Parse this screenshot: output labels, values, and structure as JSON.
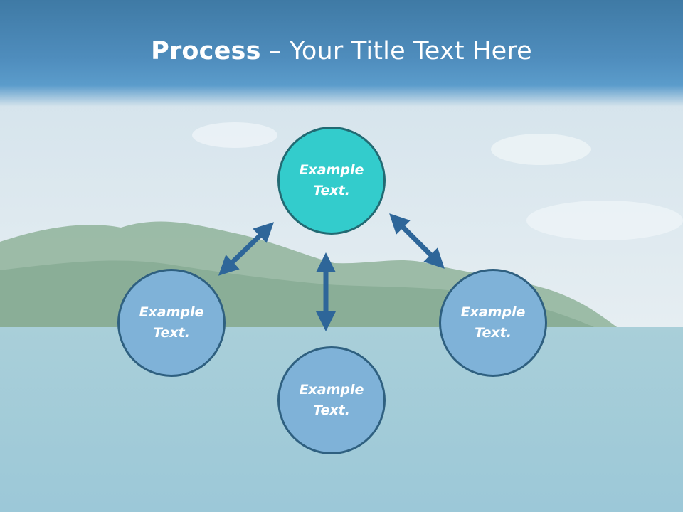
{
  "title": {
    "bold": "Process",
    "rest": " – Your Title Text Here"
  },
  "nodes": {
    "top": "Example Text.",
    "left": "Example Text.",
    "right": "Example Text.",
    "bottom": "Example Text."
  },
  "colors": {
    "title_bar": "#4f8dbd",
    "center_node": "#33cccc",
    "side_node": "#7fb2d8",
    "arrow": "#2e6699"
  }
}
